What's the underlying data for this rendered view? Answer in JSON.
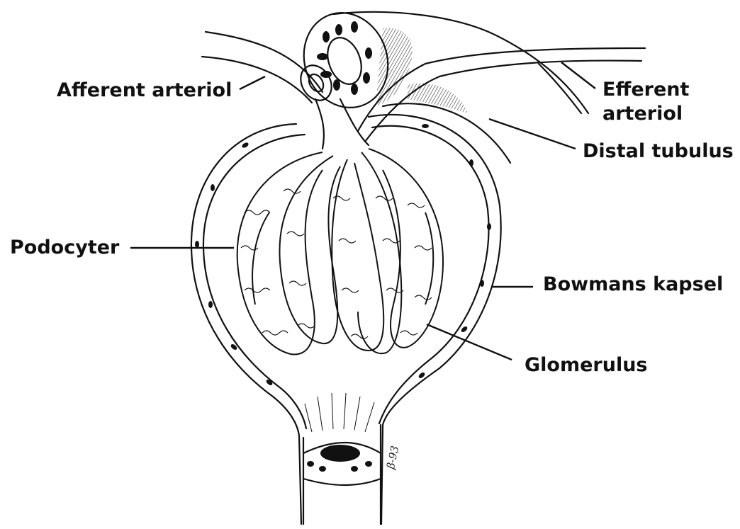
{
  "labels": {
    "afferent": "Afferent arteriol",
    "efferent_line1": "Efferent",
    "efferent_line2": "arteriol",
    "distal": "Distal tubulus",
    "podocyter": "Podocyter",
    "bowman": "Bowmans kapsel",
    "glomerulus": "Glomerulus"
  },
  "signature": "β-93",
  "colors": {
    "ink": "#111111",
    "background": "#ffffff"
  }
}
